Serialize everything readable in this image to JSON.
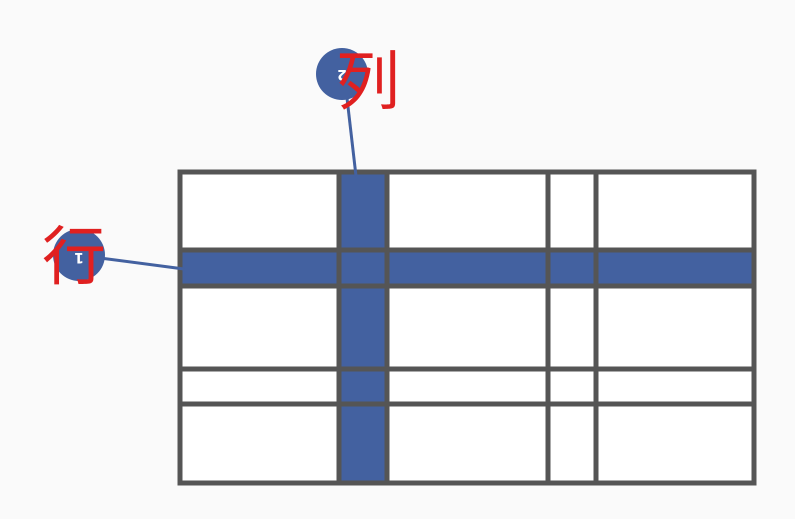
{
  "grid": {
    "highlight_color": "#4361a0",
    "line_color": "#555555",
    "fill_color": "#ffffff"
  },
  "row_marker": {
    "number": "1",
    "label": "行",
    "label_color": "#e02020"
  },
  "column_marker": {
    "number": "2",
    "label": "列",
    "label_color": "#e02020"
  }
}
